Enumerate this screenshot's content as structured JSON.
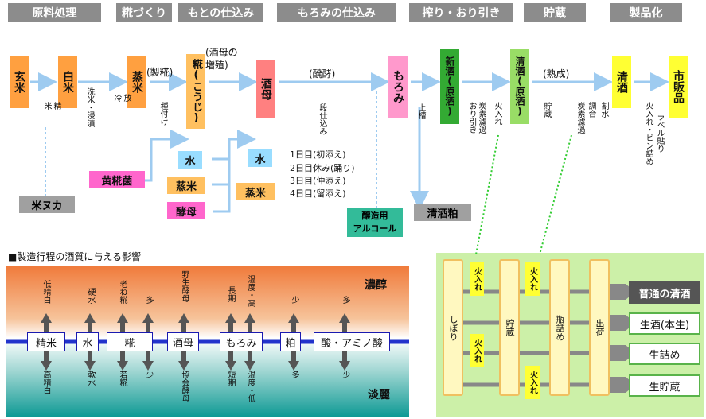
{
  "stages": [
    "原料処理",
    "糀づくり",
    "もとの仕込み",
    "もろみの仕込み",
    "搾り・おり引き",
    "貯蔵",
    "製品化"
  ],
  "nodes": {
    "genmai": "玄米",
    "hakumai": "白米",
    "mushimai": "蒸米",
    "koji": "糀(こうじ)",
    "shubo": "酒母",
    "moromi": "もろみ",
    "shinshu": "新酒(原酒)",
    "seishu_gen": "清酒(原酒)",
    "seishu": "清酒",
    "shihanhin": "市販品"
  },
  "labels": {
    "seimai": "精\n米",
    "senmai": "洗米・浸漬",
    "horei": "放\n冷",
    "seikiku": "(製糀)",
    "tanetsuke": "種付け",
    "shubo_zouhan": "(酒母の\n増殖)",
    "hakkou": "(醗酵)",
    "dan_shikomi": "段仕込み",
    "steps": [
      "1日目(初添え)",
      "2日目休み(踊り)",
      "3日目(仲添え)",
      "4日目(留添え)"
    ],
    "jousou": "上槽",
    "filter1": "炭素濾過",
    "filter1b": "おり引き",
    "hiire1": "火入れ",
    "jukusei": "(熟成)",
    "chozo": "貯蔵",
    "filter2": "炭素濾過",
    "chougou": "調合",
    "warimizu": "割水",
    "label_hari": "ラベル貼り",
    "hiire_bin": "火入れ・ビン詰め"
  },
  "chips": {
    "kikin": "黄糀菌",
    "mizu1": "水",
    "mushimai1": "蒸米",
    "koubo": "酵母",
    "mizu2": "水",
    "mushimai2": "蒸米",
    "komenuka": "米ヌカ",
    "alcohol": "醸造用\nアルコール",
    "kasu": "清酒粕"
  },
  "influence": {
    "title": "■製造行程の酒質に与える影響",
    "rich": "濃醇",
    "light": "淡麗",
    "procs": [
      "精米",
      "水",
      "糀",
      "酒母",
      "もろみ",
      "粕",
      "酸・アミノ酸"
    ],
    "up": [
      "低精白",
      "硬水",
      "老ね糀",
      "多",
      "野生酵母",
      "長期",
      "温度・高",
      "少",
      "多"
    ],
    "down": [
      "高精白",
      "軟水",
      "若糀",
      "少",
      "協会酵母",
      "短期",
      "温度・低",
      "多",
      "少"
    ]
  },
  "flow2": {
    "shibori": "しぼり",
    "chozo": "貯蔵",
    "binzume": "瓶詰め",
    "shukka": "出荷",
    "hiire": "火入れ",
    "outputs": [
      "普通の清酒",
      "生酒(本生)",
      "生詰め",
      "生貯蔵"
    ]
  },
  "colors": {
    "orange": "#ffa040",
    "lightorange": "#ffc060",
    "red": "#ff8080",
    "pink": "#ff99cc",
    "green": "#33aa33",
    "lightgreen": "#99dd66",
    "yellow": "#ffff33",
    "cyan": "#99ddff",
    "magenta": "#ff66cc",
    "arrow": "#9ecbf0"
  }
}
